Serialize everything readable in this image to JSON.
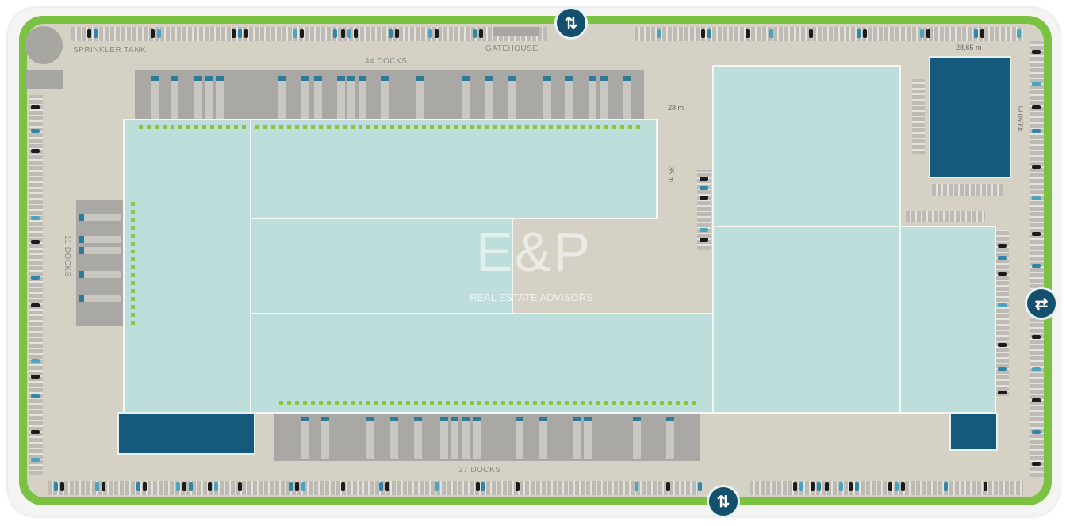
{
  "labels": {
    "sprinkler_tank": "SPRINKLER TANK",
    "gatehouse": "GATEHOUSE",
    "docks_top": "44 DOCKS",
    "docks_bottom": "37 DOCKS",
    "docks_left": "11 DOCKS"
  },
  "dimensions": {
    "office_width": "28,65 m",
    "office_depth": "43,50 m",
    "gap_width": "28 m",
    "gap_depth": "35 m"
  },
  "logo": {
    "brand": "E&P",
    "tagline": "REAL ESTATE ADVISORS"
  },
  "colors": {
    "landscape": "#7cc242",
    "building": "#bddedb",
    "office": "#155a7c",
    "access": "#14506e"
  },
  "icons": {
    "gate": "access-arrows-icon"
  }
}
